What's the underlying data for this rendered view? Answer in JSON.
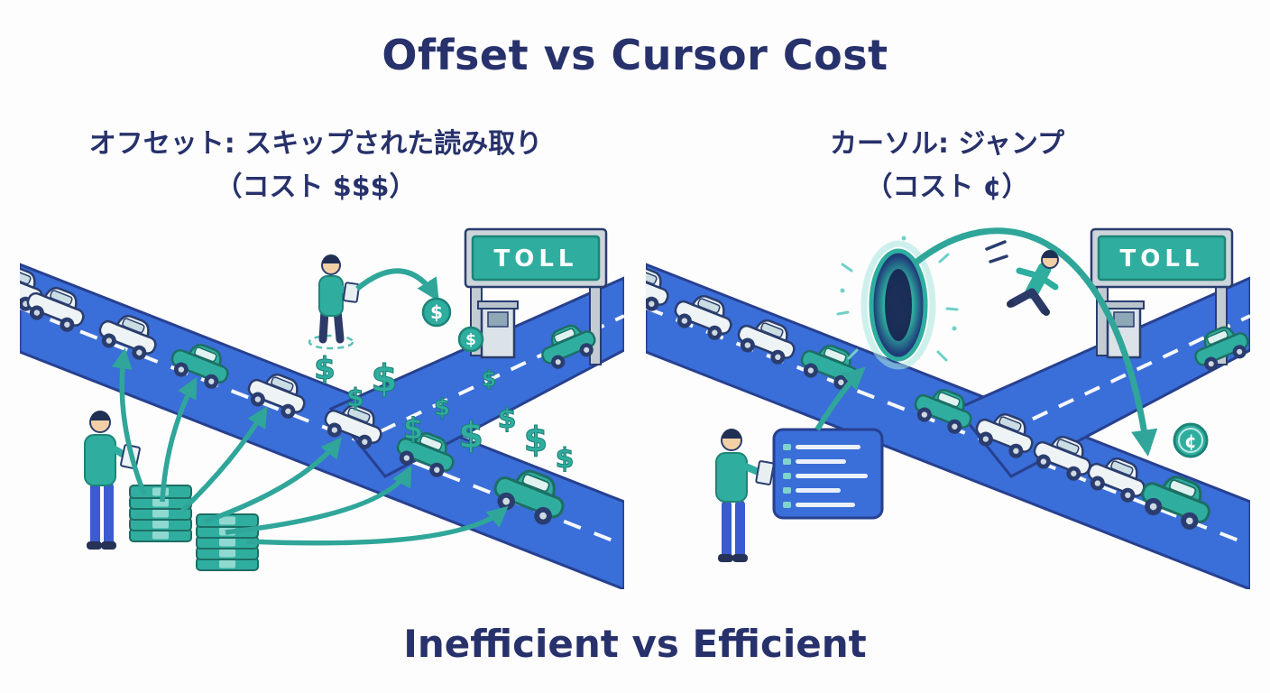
{
  "title": "Offset vs Cursor Cost",
  "footer": "Inefficient vs Efficient",
  "left_panel": {
    "heading_line1": "オフセット: スキップされた読み取り",
    "heading_line2": "（コスト $$$）",
    "toll_sign": "TOLL"
  },
  "right_panel": {
    "heading_line1": "カーソル: ジャンプ",
    "heading_line2": "（コスト ¢）",
    "toll_sign": "TOLL"
  },
  "symbols": {
    "dollar": "$",
    "cent": "¢"
  },
  "colors": {
    "heading_navy": "#27316b",
    "road_blue": "#3a6ed8",
    "road_edge": "#27408f",
    "teal": "#2fae9f",
    "teal_dark": "#1d8478",
    "car_gray": "#eef3f5",
    "lane_white": "#ffffff"
  }
}
